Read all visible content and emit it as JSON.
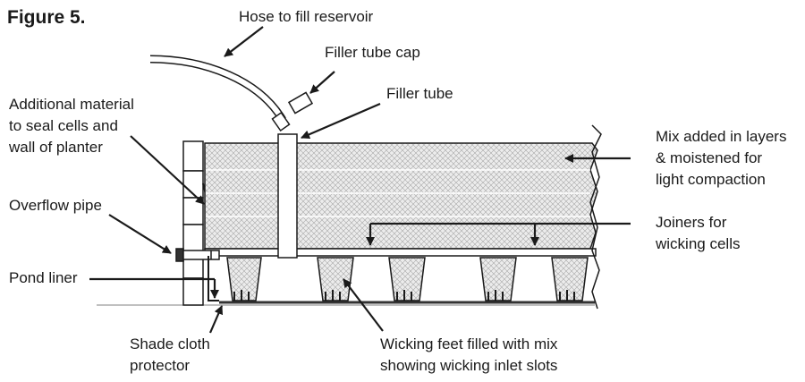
{
  "figure": {
    "title": "Figure 5."
  },
  "labels": {
    "hose": "Hose to fill reservoir",
    "filler_cap": "Filler tube cap",
    "filler_tube": "Filler tube",
    "additional_material": [
      "Additional material",
      "to seal cells and",
      "wall of planter"
    ],
    "overflow_pipe": "Overflow pipe",
    "pond_liner": "Pond liner",
    "shade_cloth": [
      "Shade cloth",
      "protector"
    ],
    "mix_layers": [
      "Mix added in layers",
      "& moistened for",
      "light compaction"
    ],
    "joiners": [
      "Joiners for",
      "wicking cells"
    ],
    "wicking_feet": [
      "Wicking feet filled with mix",
      "showing wicking inlet slots"
    ]
  },
  "colors": {
    "line": "#1a1a1a",
    "mix_fill": "#e6e6e6",
    "ground": "#555555"
  }
}
